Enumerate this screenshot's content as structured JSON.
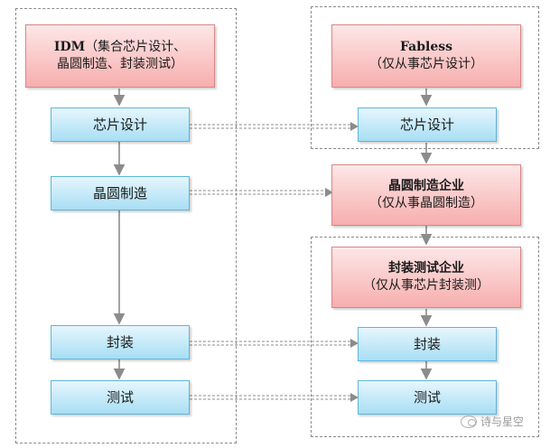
{
  "left": {
    "idm_title": "IDM",
    "idm_desc_1": "（集合芯片设计、",
    "idm_desc_2": "晶圆制造、封装测试）",
    "chip_design": "芯片设计",
    "wafer_mfg": "晶圆制造",
    "packaging": "封装",
    "testing": "测试"
  },
  "right": {
    "fabless_title": "Fabless",
    "fabless_desc": "（仅从事芯片设计）",
    "chip_design": "芯片设计",
    "foundry_title": "晶圆制造企业",
    "foundry_desc": "（仅从事晶圆制造）",
    "osat_title": "封装测试企业",
    "osat_desc": "（仅从事芯片封装测）",
    "packaging": "封装",
    "testing": "测试"
  },
  "watermark": "诗与星空",
  "colors": {
    "blue_box": "#a8def4",
    "pink_box": "#f7aeae",
    "arrow": "#8c8c8c"
  }
}
